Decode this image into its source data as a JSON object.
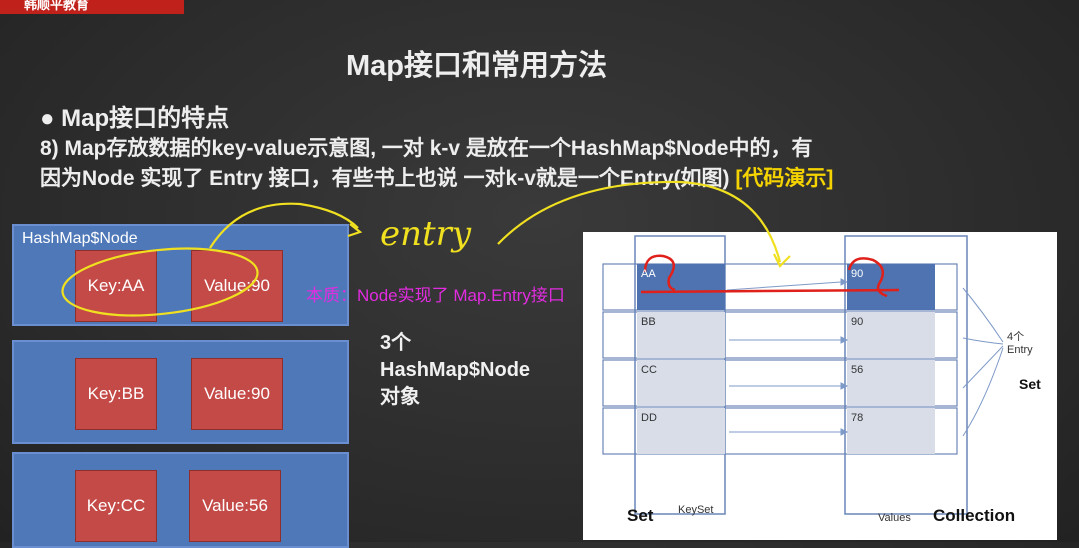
{
  "brand": {
    "logo_text": "韩顺平教育"
  },
  "slide": {
    "title": "Map接口和常用方法",
    "bullet": "● Map接口的特点",
    "line1": "8) Map存放数据的key-value示意图, 一对 k-v 是放在一个HashMap$Node中的，有",
    "line2_prefix": "因为Node 实现了  Entry 接口，有些书上也说 一对k-v就是一个Entry(如图) ",
    "line2_demo": "[代码演示]"
  },
  "nodes": {
    "header": "HashMap$Node",
    "items": [
      {
        "key": "Key:AA",
        "value": "Value:90"
      },
      {
        "key": "Key:BB",
        "value": "Value:90"
      },
      {
        "key": "Key:CC",
        "value": "Value:56"
      }
    ]
  },
  "annotations": {
    "handwritten_entry": "entry",
    "overlay_note": "本质：Node实现了 Map.Entry接口",
    "count_lines": [
      "3个",
      "HashMap$Node",
      "对象"
    ]
  },
  "diagram": {
    "keys": [
      "AA",
      "BB",
      "CC",
      "DD"
    ],
    "values": [
      "90",
      "90",
      "56",
      "78"
    ],
    "entry_label_1": "4个",
    "entry_label_2": "Entry",
    "set_right": "Set",
    "set_bottom": "Set",
    "keyset": "KeySet",
    "values_label": "Values",
    "collection": "Collection"
  },
  "colors": {
    "node_blue": "#4f78b8",
    "cell_red": "#c34a47",
    "highlight_yellow": "#f5d300",
    "overlay_magenta": "#e22ce0",
    "brand_red": "#c0211b"
  }
}
